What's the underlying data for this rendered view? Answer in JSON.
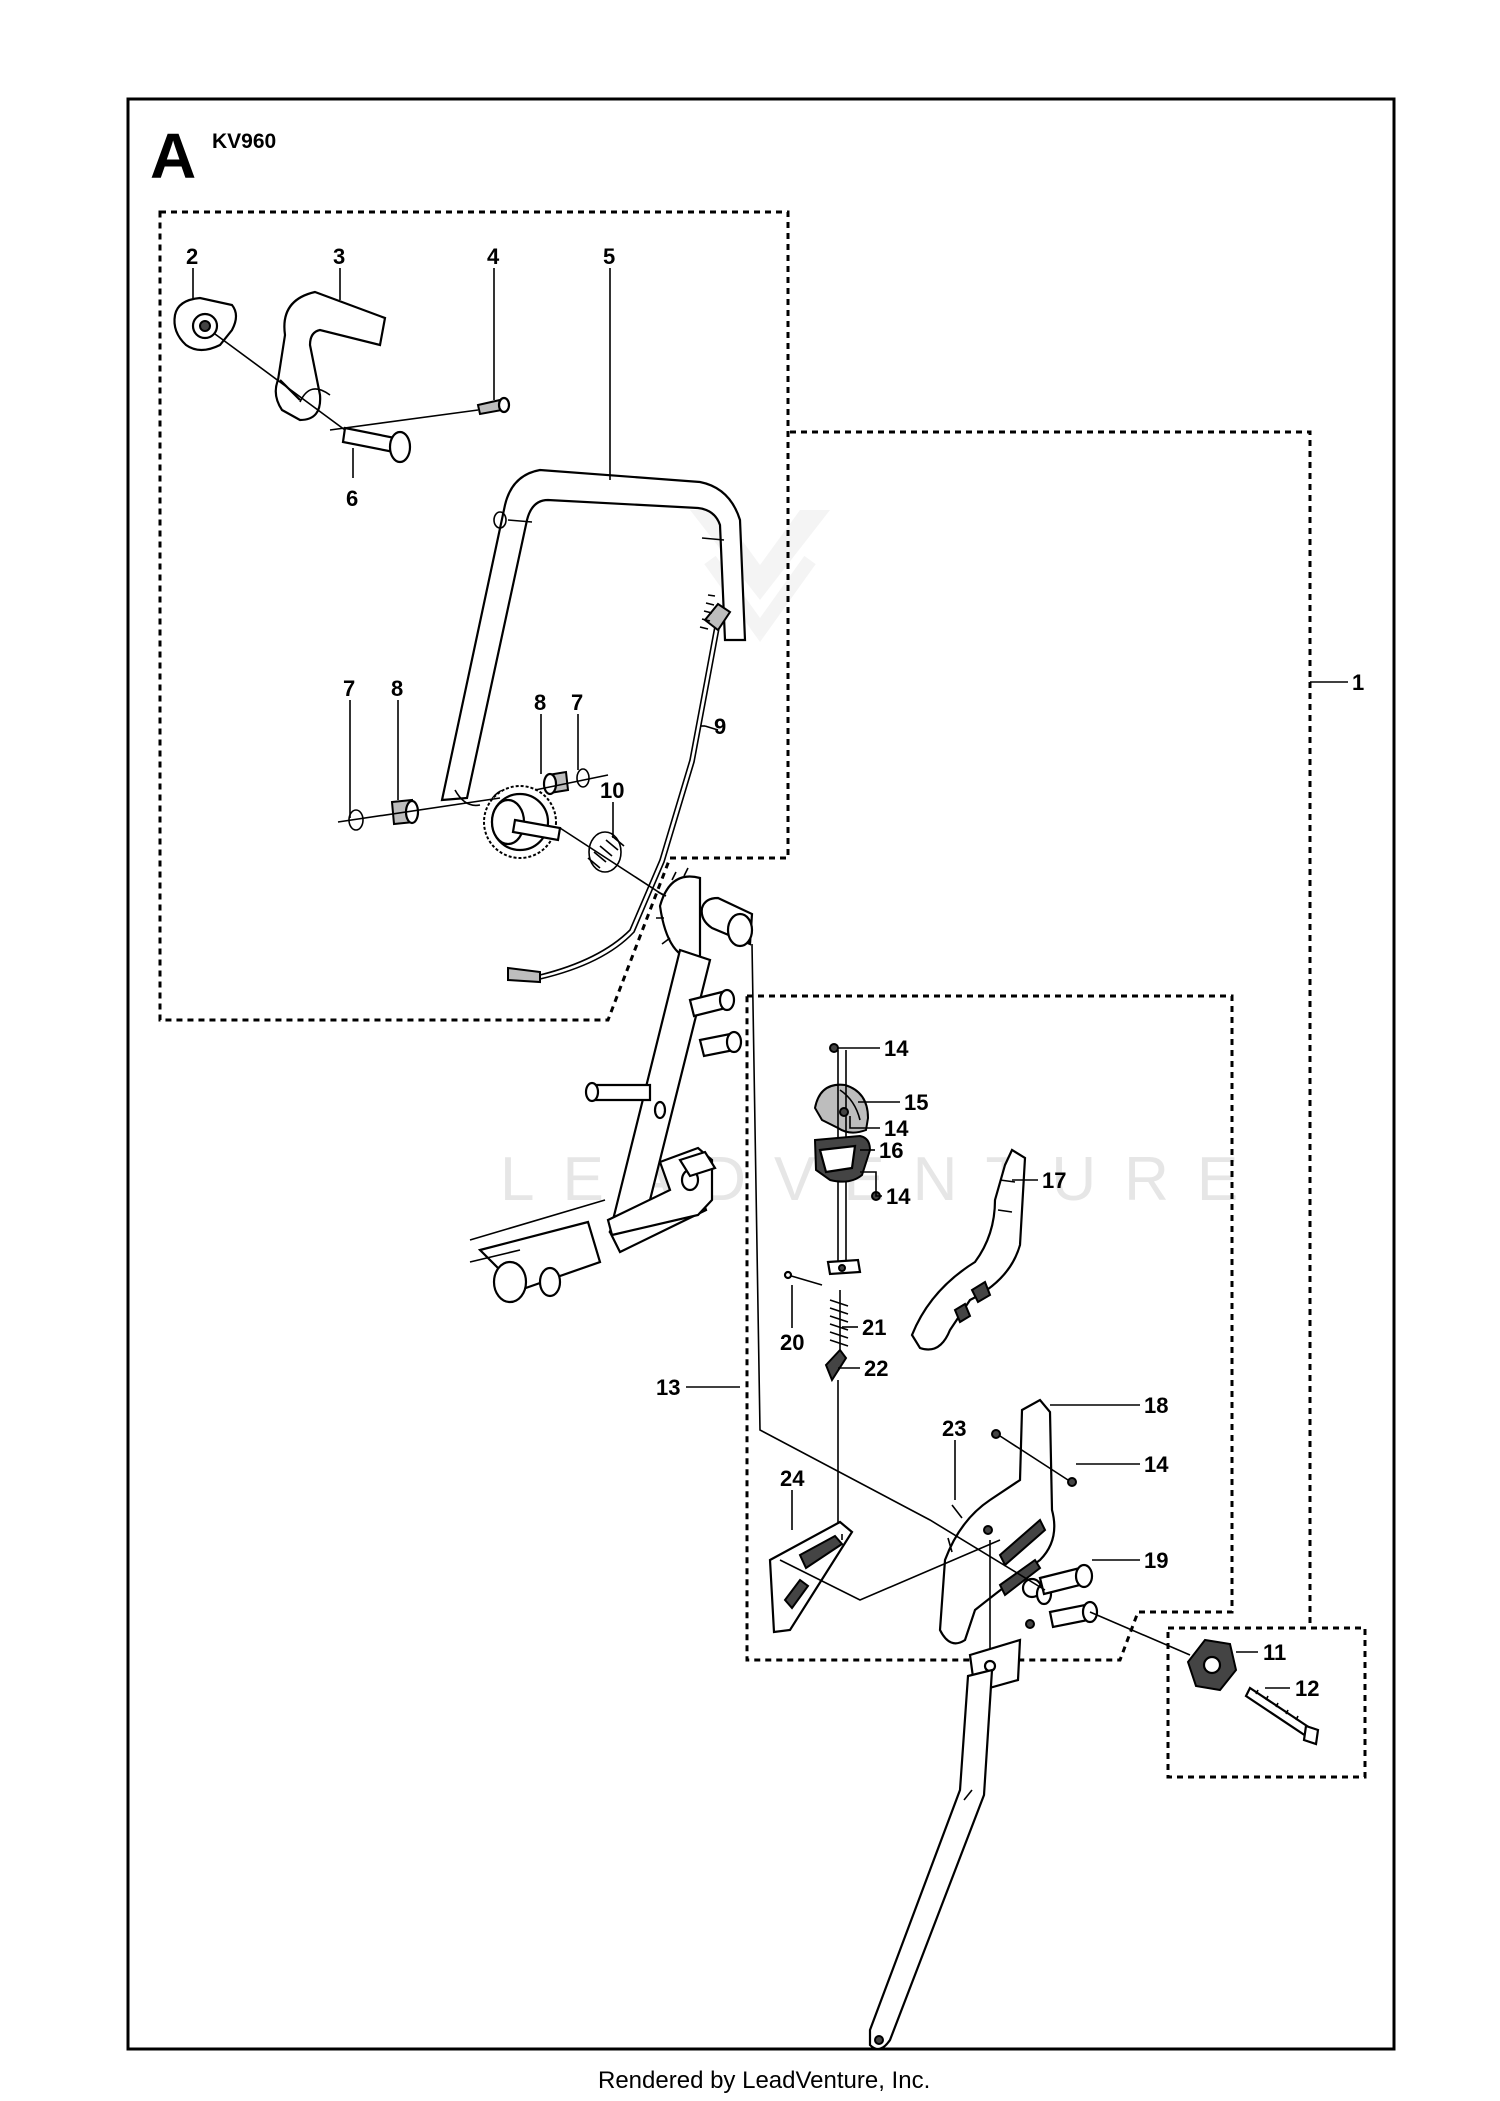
{
  "diagram": {
    "section_letter": "A",
    "model": "KV960",
    "watermark": "LEADVENTURE",
    "footer": "Rendered by LeadVenture, Inc.",
    "callouts": [
      {
        "id": "c1",
        "label": "1"
      },
      {
        "id": "c2",
        "label": "2"
      },
      {
        "id": "c3",
        "label": "3"
      },
      {
        "id": "c4",
        "label": "4"
      },
      {
        "id": "c5",
        "label": "5"
      },
      {
        "id": "c6",
        "label": "6"
      },
      {
        "id": "c7a",
        "label": "7"
      },
      {
        "id": "c8a",
        "label": "8"
      },
      {
        "id": "c8b",
        "label": "8"
      },
      {
        "id": "c7b",
        "label": "7"
      },
      {
        "id": "c9",
        "label": "9"
      },
      {
        "id": "c10",
        "label": "10"
      },
      {
        "id": "c11",
        "label": "11"
      },
      {
        "id": "c12",
        "label": "12"
      },
      {
        "id": "c13",
        "label": "13"
      },
      {
        "id": "c14a",
        "label": "14"
      },
      {
        "id": "c15",
        "label": "15"
      },
      {
        "id": "c14b",
        "label": "14"
      },
      {
        "id": "c16",
        "label": "16"
      },
      {
        "id": "c14c",
        "label": "14"
      },
      {
        "id": "c17",
        "label": "17"
      },
      {
        "id": "c20",
        "label": "20"
      },
      {
        "id": "c21",
        "label": "21"
      },
      {
        "id": "c22",
        "label": "22"
      },
      {
        "id": "c18",
        "label": "18"
      },
      {
        "id": "c23",
        "label": "23"
      },
      {
        "id": "c14d",
        "label": "14"
      },
      {
        "id": "c24",
        "label": "24"
      },
      {
        "id": "c19",
        "label": "19"
      }
    ]
  }
}
